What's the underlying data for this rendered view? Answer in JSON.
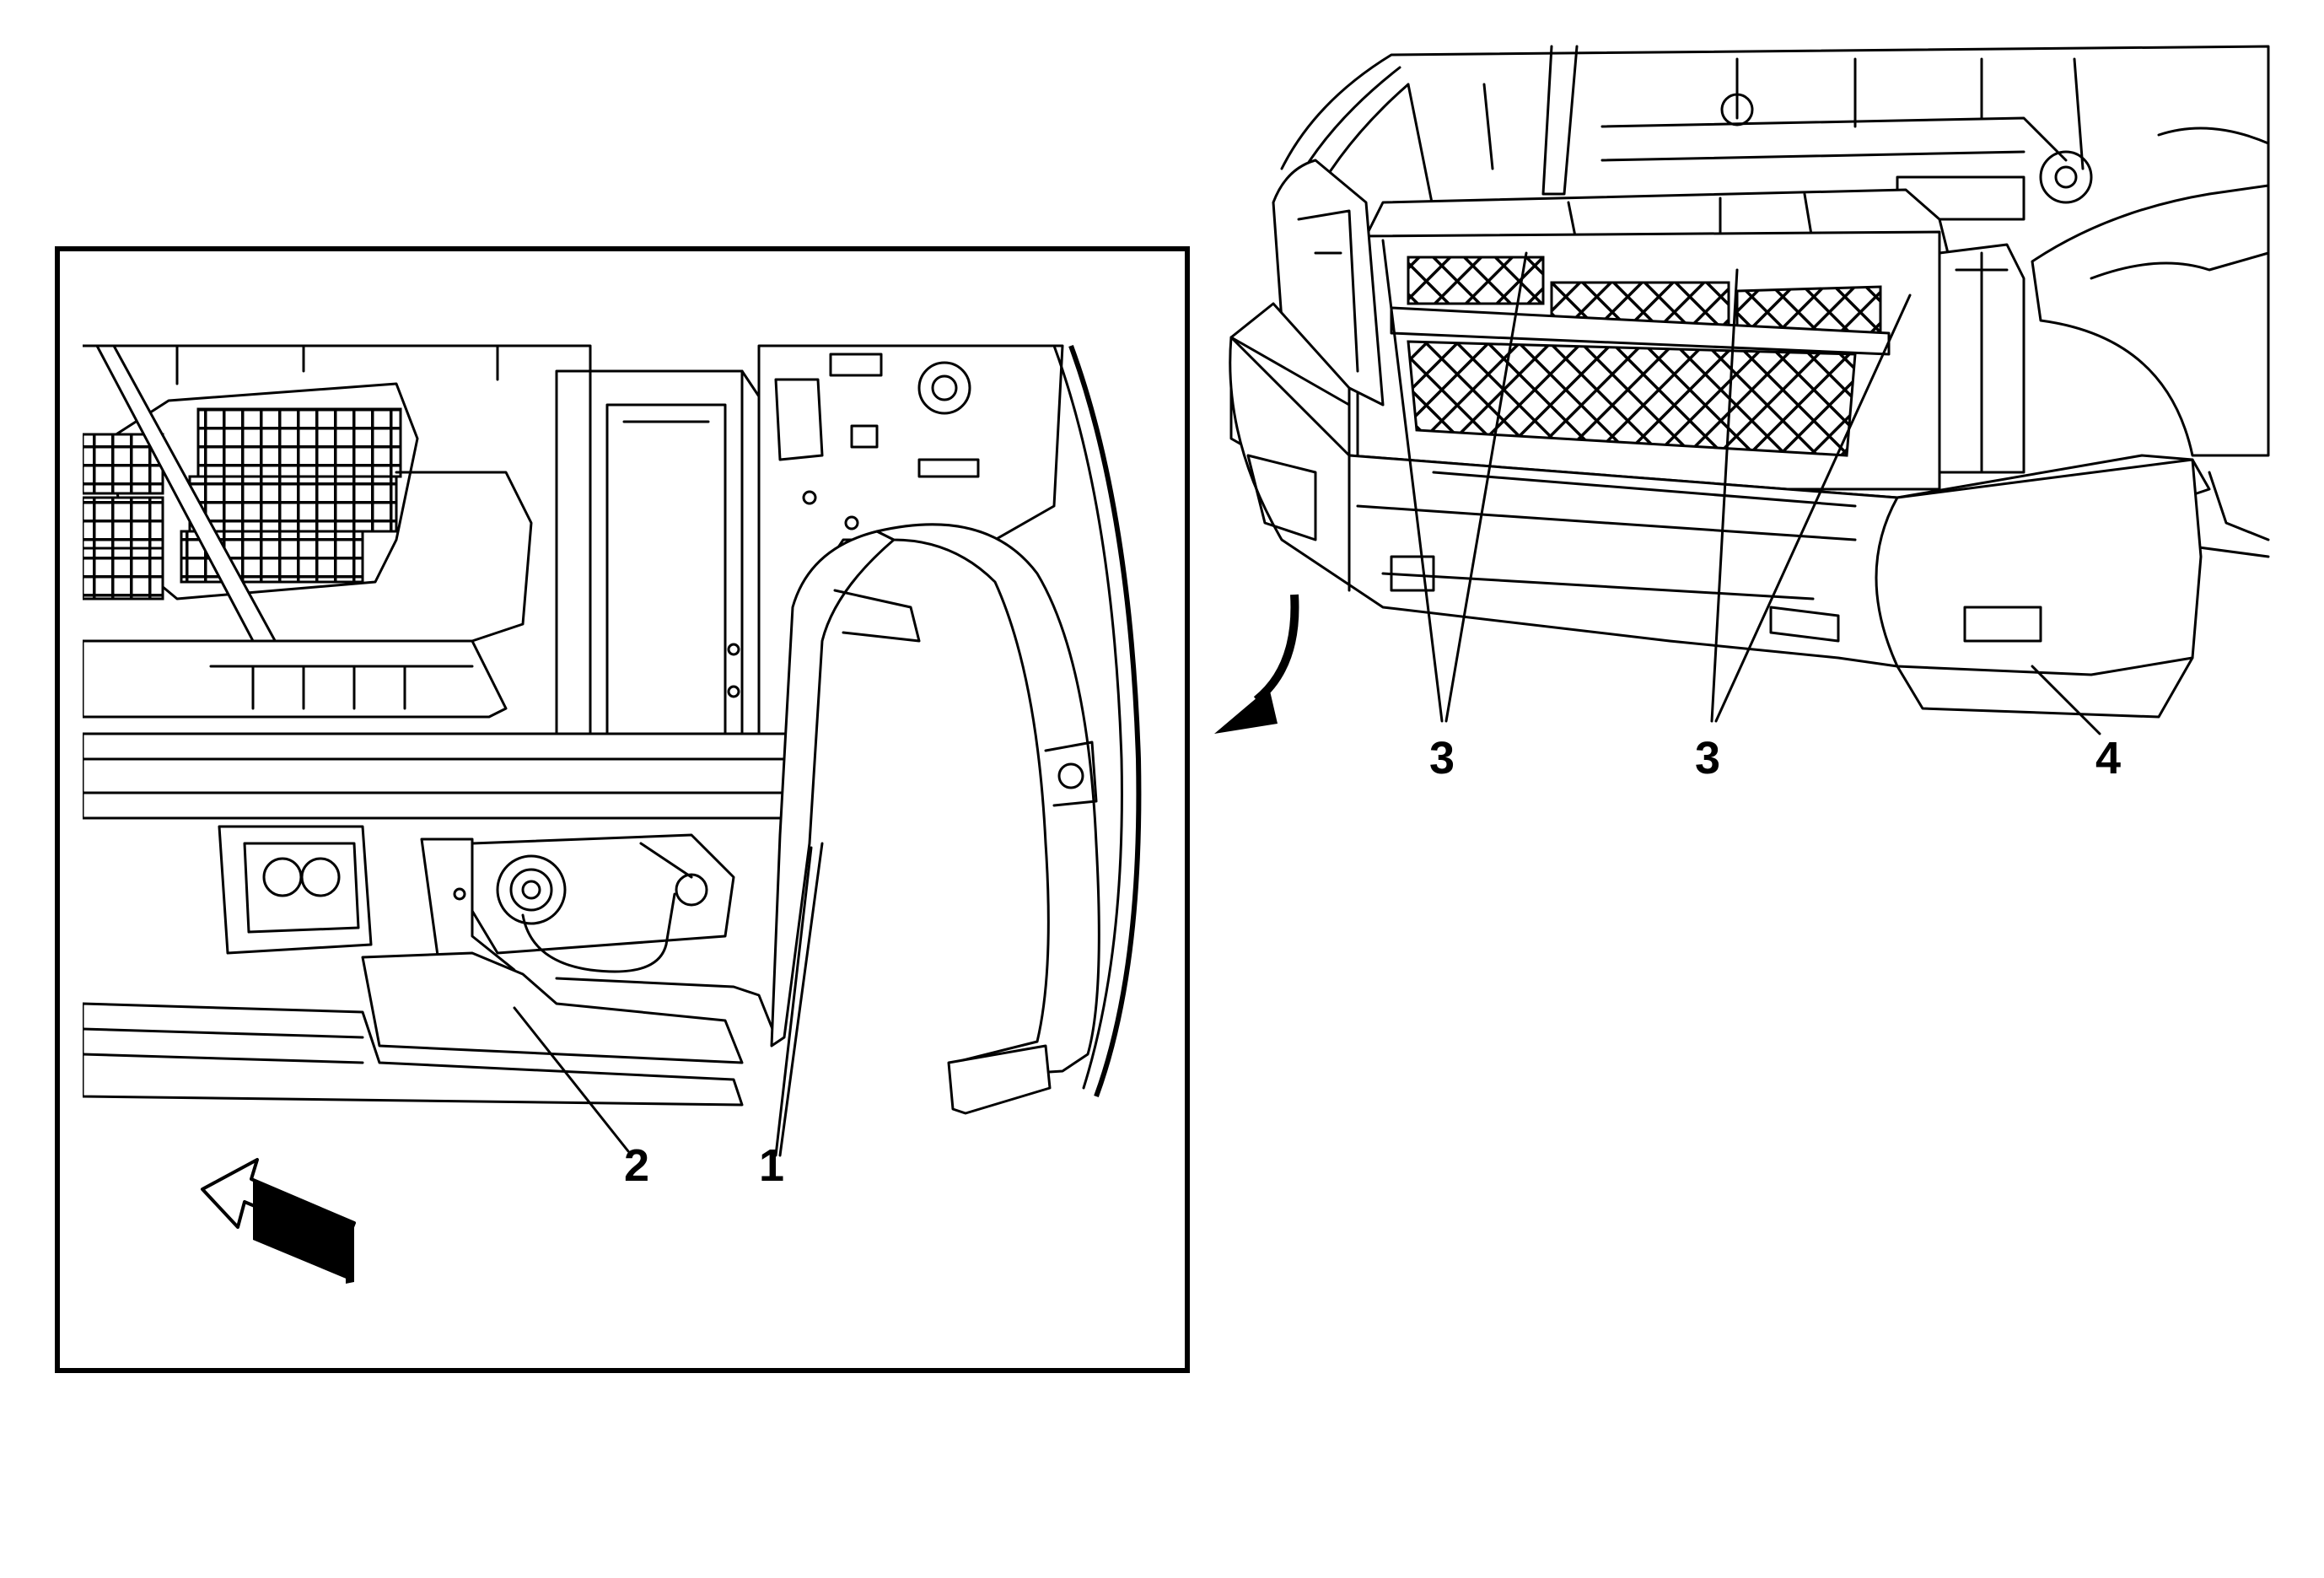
{
  "callouts": {
    "c1": "1",
    "c2": "2",
    "c3a": "3",
    "c3b": "3",
    "c4": "4"
  },
  "colors": {
    "line": "#000000",
    "background": "#ffffff"
  },
  "icons": {
    "view-direction": "view-direction-arrow-icon",
    "detail-pointer": "curved-pointer-arrow-icon"
  }
}
